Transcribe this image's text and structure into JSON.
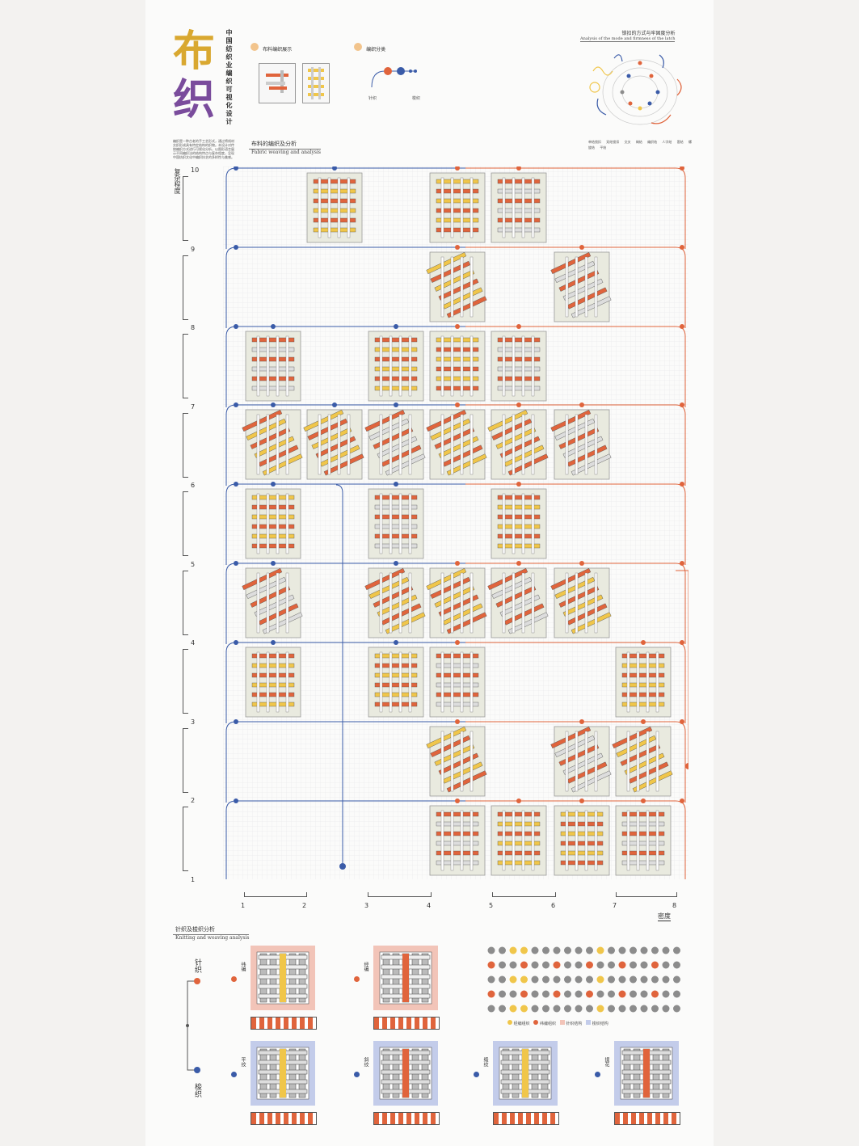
{
  "title": {
    "char1": "布",
    "char2": "织",
    "vertical_subtitle": "中国纺织业编织可视化设计"
  },
  "intro": {
    "paragraph": "编织是一种古老的手工艺形式，通过将线材交织形成具有特定结构的织物。本设计对传统编织方式进行可视化分析，以图形语言展示不同编织法的结构特点与复杂程度，呈现中国纺织文化中编织技艺的多样性与美感。"
  },
  "legend_top": {
    "item1": "布料编织展示",
    "item2": "编织分类",
    "dot_labels": [
      "针织",
      "梭织"
    ]
  },
  "section_fabric": {
    "cn": "布料的编织及分析",
    "en": "Fabric weaving and analysis"
  },
  "section_latch": {
    "cn": "锁扣的方式与牢固度分析",
    "en": "Analysis of the mode and firmness of the latch"
  },
  "circle_legend": [
    "单结锁扣",
    "双结锁扣",
    "交叉",
    "绳结",
    "编织结",
    "人字结",
    "套结",
    "螺旋结",
    "平结"
  ],
  "y_axis": {
    "label": "复杂程度",
    "ticks": [
      "10",
      "9",
      "8",
      "7",
      "6",
      "5",
      "4",
      "3",
      "2",
      "1"
    ]
  },
  "x_axis": {
    "label": "密度",
    "ticks": [
      "1",
      "2",
      "3",
      "4",
      "5",
      "6",
      "7",
      "8"
    ]
  },
  "section_knit": {
    "cn": "针织及梭织分析",
    "en": "Knitting and weaving analysis"
  },
  "knit": {
    "main1": "针织",
    "main2": "梭织",
    "sub1": "纬编",
    "sub2": "经编",
    "sub3": "平纹",
    "sub4": "斜纹",
    "sub5": "缎纹",
    "sub6": "提花",
    "legend": [
      "经编组织",
      "纬编组织",
      "针织结构",
      "梭织结构"
    ]
  },
  "colors": {
    "blue": "#3a5ba8",
    "orange": "#e0643c",
    "yellow": "#f0c64a",
    "gray": "#8c8c8c",
    "pink": "#f2c4b8",
    "lav": "#c3ccea"
  }
}
